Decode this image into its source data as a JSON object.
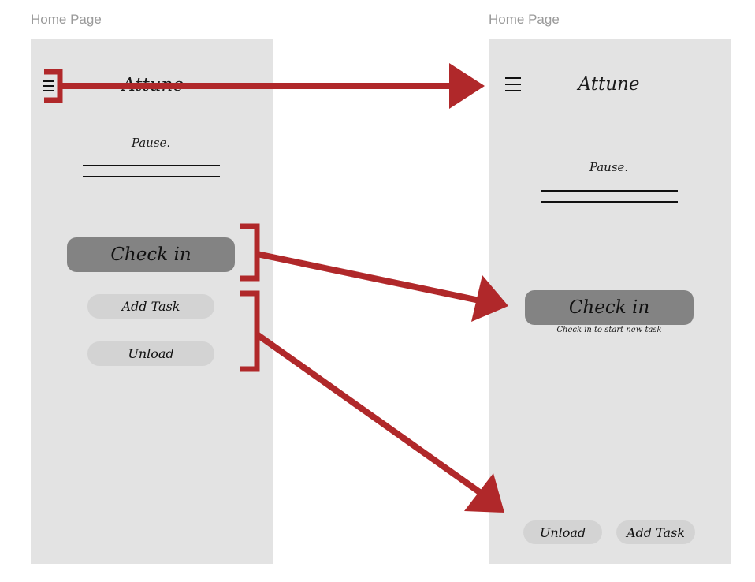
{
  "left_frame": {
    "label": "Home Page",
    "app_title": "Attune",
    "prompt": "Pause.",
    "check_in_label": "Check in",
    "add_task_label": "Add Task",
    "unload_label": "Unload"
  },
  "right_frame": {
    "label": "Home Page",
    "app_title": "Attune",
    "prompt": "Pause.",
    "check_in_label": "Check in",
    "check_in_hint": "Check in to start new task",
    "unload_label": "Unload",
    "add_task_label": "Add Task"
  },
  "colors": {
    "frame_bg": "#e3e3e3",
    "primary_button": "#838383",
    "secondary_button": "#d3d3d3",
    "annotation": "#b0282a"
  },
  "icons": [
    "menu-icon"
  ]
}
